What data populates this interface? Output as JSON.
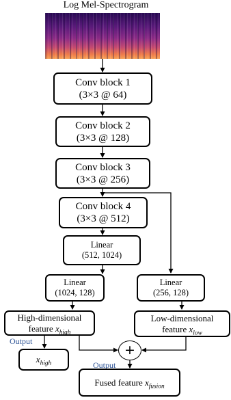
{
  "input": {
    "title": "Log Mel-Spectrogram"
  },
  "blocks": [
    {
      "name": "Conv block 1",
      "spec": "(3×3 @ 64)"
    },
    {
      "name": "Conv block 2",
      "spec": "(3×3 @ 128)"
    },
    {
      "name": "Conv block 3",
      "spec": "(3×3 @ 256)"
    },
    {
      "name": "Conv block 4",
      "spec": "(3×3 @ 512)"
    }
  ],
  "linears": {
    "linear_512": {
      "name": "Linear",
      "spec": "(512, 1024)"
    },
    "linear_1024": {
      "name": "Linear",
      "spec": "(1024, 128)"
    },
    "linear_256": {
      "name": "Linear",
      "spec": "(256, 128)"
    }
  },
  "features": {
    "high": {
      "label": "High-dimensional",
      "prefix": "feature ",
      "var": "x",
      "sub": "high"
    },
    "low": {
      "label": "Low-dimensional",
      "prefix": "feature ",
      "var": "x",
      "sub": "low"
    },
    "output_high": {
      "var": "x",
      "sub": "high"
    },
    "fused": {
      "prefix": "Fused feature ",
      "var": "x",
      "sub": "fusion"
    }
  },
  "fusion_op": "+",
  "output_labels": {
    "left": "Output",
    "fused": "Output"
  },
  "colors": {
    "output_text": "#2f5597"
  }
}
